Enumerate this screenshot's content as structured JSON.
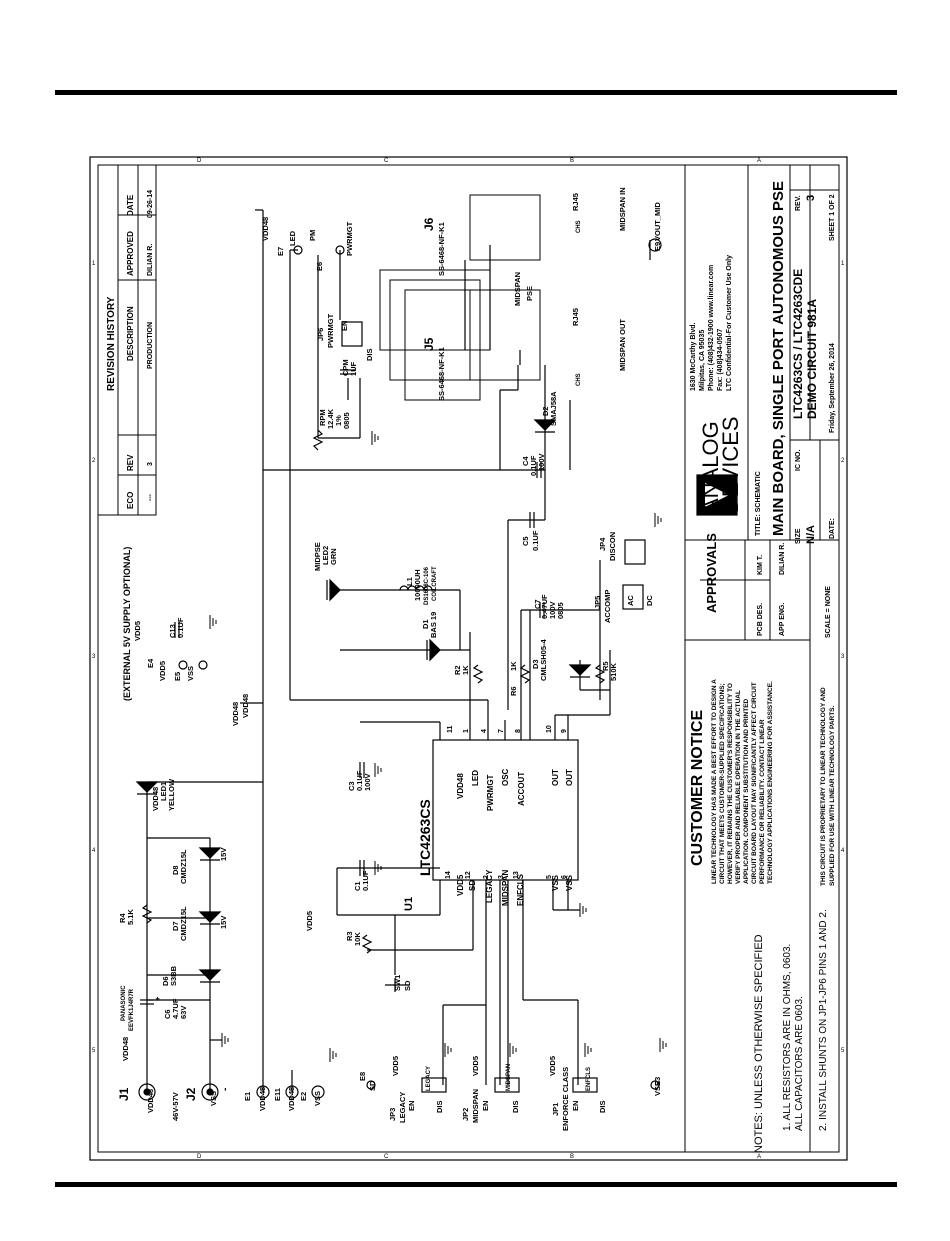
{
  "title_block": {
    "company_lines": [
      "1630 McCarthy Blvd.",
      "Milpitas, CA 95035",
      "Phone: (408)432-1900 www.linear.com",
      "Fax: (408)434-0507",
      "LTC Confidential-For Customer Use Only"
    ],
    "logo_line1": "ANALOG",
    "logo_line2": "DEVICES",
    "title_label": "TITLE: SCHEMATIC",
    "title_main": "MAIN BOARD, SINGLE PORT AUTONOMOUS PSE",
    "size_label": "SIZE",
    "size_value": "N/A",
    "icno_label": "IC NO.",
    "icno_value": "LTC4263CS / LTC4263CDE",
    "demo_circuit": "DEMO CIRCUIT 981A",
    "rev_label": "REV.",
    "rev_value": "3",
    "date_label": "DATE:",
    "date_value": "Friday, September 26, 2014",
    "sheet_text": "SHEET  1  OF  2",
    "approvals_title": "APPROVALS",
    "pcb_des_label": "PCB DES.",
    "pcb_des_value": "KIM T.",
    "app_eng_label": "APP ENG.",
    "app_eng_value": "DILIAN R.",
    "scale": "SCALE = NONE"
  },
  "revision_history": {
    "title": "REVISION HISTORY",
    "headers": [
      "ECO",
      "REV",
      "DESCRIPTION",
      "APPROVED",
      "DATE"
    ],
    "row": [
      "---",
      "3",
      "PRODUCTION",
      "DILIAN R.",
      "09-26-14"
    ]
  },
  "customer_notice": {
    "title": "CUSTOMER NOTICE",
    "body": [
      "LINEAR TECHNOLOGY HAS MADE A BEST EFFORT TO DESIGN A",
      "CIRCUIT THAT MEETS CUSTOMER-SUPPLIED SPECIFICATIONS;",
      "HOWEVER, IT REMAINS THE CUSTOMER'S RESPONSIBILITY TO",
      "VERIFY PROPER AND RELIABLE OPERATION IN THE ACTUAL",
      "APPLICATION. COMPONENT SUBSTITUTION AND PRINTED",
      "CIRCUIT BOARD LAYOUT MAY SIGNIFICANTLY AFFECT CIRCUIT",
      "PERFORMANCE OR RELIABILITY. CONTACT LINEAR",
      "TECHNOLOGY APPLICATIONS ENGINEERING FOR ASSISTANCE."
    ],
    "footer": [
      "THIS CIRCUIT IS PROPRIETARY TO LINEAR TECHNOLOGY AND",
      "SUPPLIED FOR USE WITH LINEAR TECHNOLOGY PARTS."
    ]
  },
  "notes": {
    "title": "NOTES:  UNLESS OTHERWISE SPECIFIED",
    "items": [
      "1.  ALL RESISTORS ARE IN OHMS, 0603.",
      "     ALL CAPACITORS ARE 0603.",
      "2.  INSTALL SHUNTS ON JP1-JP6 PINS 1 AND 2."
    ]
  },
  "ic": {
    "ref": "U1",
    "part": "LTC4263CS",
    "left_pins": [
      [
        "14",
        "VDD5"
      ],
      [
        "12",
        "SD"
      ],
      [
        "2",
        "LEGACY"
      ],
      [
        "3",
        "MIDSPAN"
      ],
      [
        "13",
        "ENFCLS"
      ],
      [
        "5",
        "VSS"
      ],
      [
        "6",
        "VSS"
      ]
    ],
    "right_pins": [
      [
        "11",
        "VDD48"
      ],
      [
        "1",
        "LED"
      ],
      [
        "4",
        "PWRMGT"
      ],
      [
        "7",
        "OSC"
      ],
      [
        "8",
        "ACCOUT"
      ],
      [
        "10",
        "OUT"
      ],
      [
        "9",
        "OUT"
      ]
    ]
  },
  "labels": {
    "external_5v": "(EXTERNAL 5V SUPPLY OPTIONAL)",
    "vdd48": "VDD48",
    "vdd5": "VDD5",
    "vss": "VSS",
    "input_range": "46V-57V",
    "pm": "PM",
    "pwrmgt": "PWRMGT",
    "led": "LED",
    "vout_mid": "VOUT_MID",
    "sd": "SD",
    "legacy": "LEGACY",
    "midspan": "MIDSPAN",
    "enfcls": "ENFCLS",
    "en": "EN",
    "dis": "DIS",
    "ac": "AC",
    "dc": "DC",
    "minus": "-",
    "plus": "+",
    "rj45": "RJ45",
    "chs": "CHS",
    "midspan_in": "MIDSPAN IN",
    "midspan_out": "MIDSPAN OUT",
    "midspan_pse_1": "MIDSPAN",
    "midspan_pse_2": "PSE",
    "grid_top": [
      "D",
      "C",
      "B",
      "A"
    ],
    "grid_side": [
      "5",
      "4",
      "3",
      "2",
      "1"
    ]
  },
  "connectors": {
    "j1": [
      "J1",
      "VDD48"
    ],
    "j2": [
      "J2",
      "VSS"
    ],
    "e1": [
      "E1",
      "VDD48"
    ],
    "e11": [
      "E11",
      "VDD48"
    ],
    "e2": [
      "E2",
      "VSS"
    ],
    "e3": [
      "E3",
      "VSS"
    ],
    "e4": [
      "E4",
      "VDD5"
    ],
    "e5": [
      "E5",
      "VSS"
    ],
    "e6": [
      "E6",
      "PWRMGT"
    ],
    "e7": [
      "E7",
      "LED"
    ],
    "e8": [
      "E8",
      "SD"
    ],
    "e9": [
      "E9",
      "VOUT_MID"
    ],
    "j5": [
      "J5",
      "SS-6468-NF-K1"
    ],
    "j6": [
      "J6",
      "SS-6468-NF-K1"
    ]
  },
  "components": {
    "c6": [
      "C6",
      "4.7UF",
      "63V",
      "PANASONIC",
      "EEVFK1J4R7R"
    ],
    "d6": [
      "D6",
      "S3BB"
    ],
    "d7": [
      "D7",
      "CMDZ15L",
      "15V"
    ],
    "d8": [
      "D8",
      "CMDZ15L",
      "15V"
    ],
    "r4": [
      "R4",
      "5.1K"
    ],
    "led1": [
      "LED1",
      "VDD48",
      "YELLOW"
    ],
    "r3": [
      "R3",
      "10K"
    ],
    "sw1": [
      "SW1",
      "SD"
    ],
    "c1": [
      "C1",
      "0.1UF"
    ],
    "c3": [
      "C3",
      "0.1UF",
      "100V"
    ],
    "c13": [
      "C13",
      "0.1UF"
    ],
    "d1": [
      "D1",
      "BAS 19"
    ],
    "r2": [
      "R2",
      "1K"
    ],
    "led2": [
      "LED2",
      "MIDPSE",
      "GRN"
    ],
    "l1": [
      "L1",
      "10000UH",
      "DS1608C-106",
      "COILCRAFT"
    ],
    "r6": [
      "R6",
      "1K"
    ],
    "d3": [
      "D3",
      "CMLSH05-4"
    ],
    "r5": [
      "R5",
      "510K"
    ],
    "c7": [
      "C7",
      "0.47UF",
      "100V",
      "0805"
    ],
    "c5": [
      "C5",
      "0.1UF"
    ],
    "c4": [
      "C4",
      "0.1UF",
      "100V"
    ],
    "d2": [
      "D2",
      "SMAJ58A"
    ],
    "rpm": [
      "RPM",
      "12.4K",
      "1%",
      "0805"
    ],
    "cpm": [
      "CPM",
      "1UF"
    ],
    "jp1": [
      "JP1",
      "ENFORCE CLASS"
    ],
    "jp2": [
      "JP2",
      "MIDSPAN"
    ],
    "jp3": [
      "JP3",
      "LEGACY"
    ],
    "jp4": [
      "JP4",
      "DISCON"
    ],
    "jp5": [
      "JP5",
      "ACCOMP"
    ],
    "jp6": [
      "JP6",
      "PWRMGT"
    ]
  }
}
